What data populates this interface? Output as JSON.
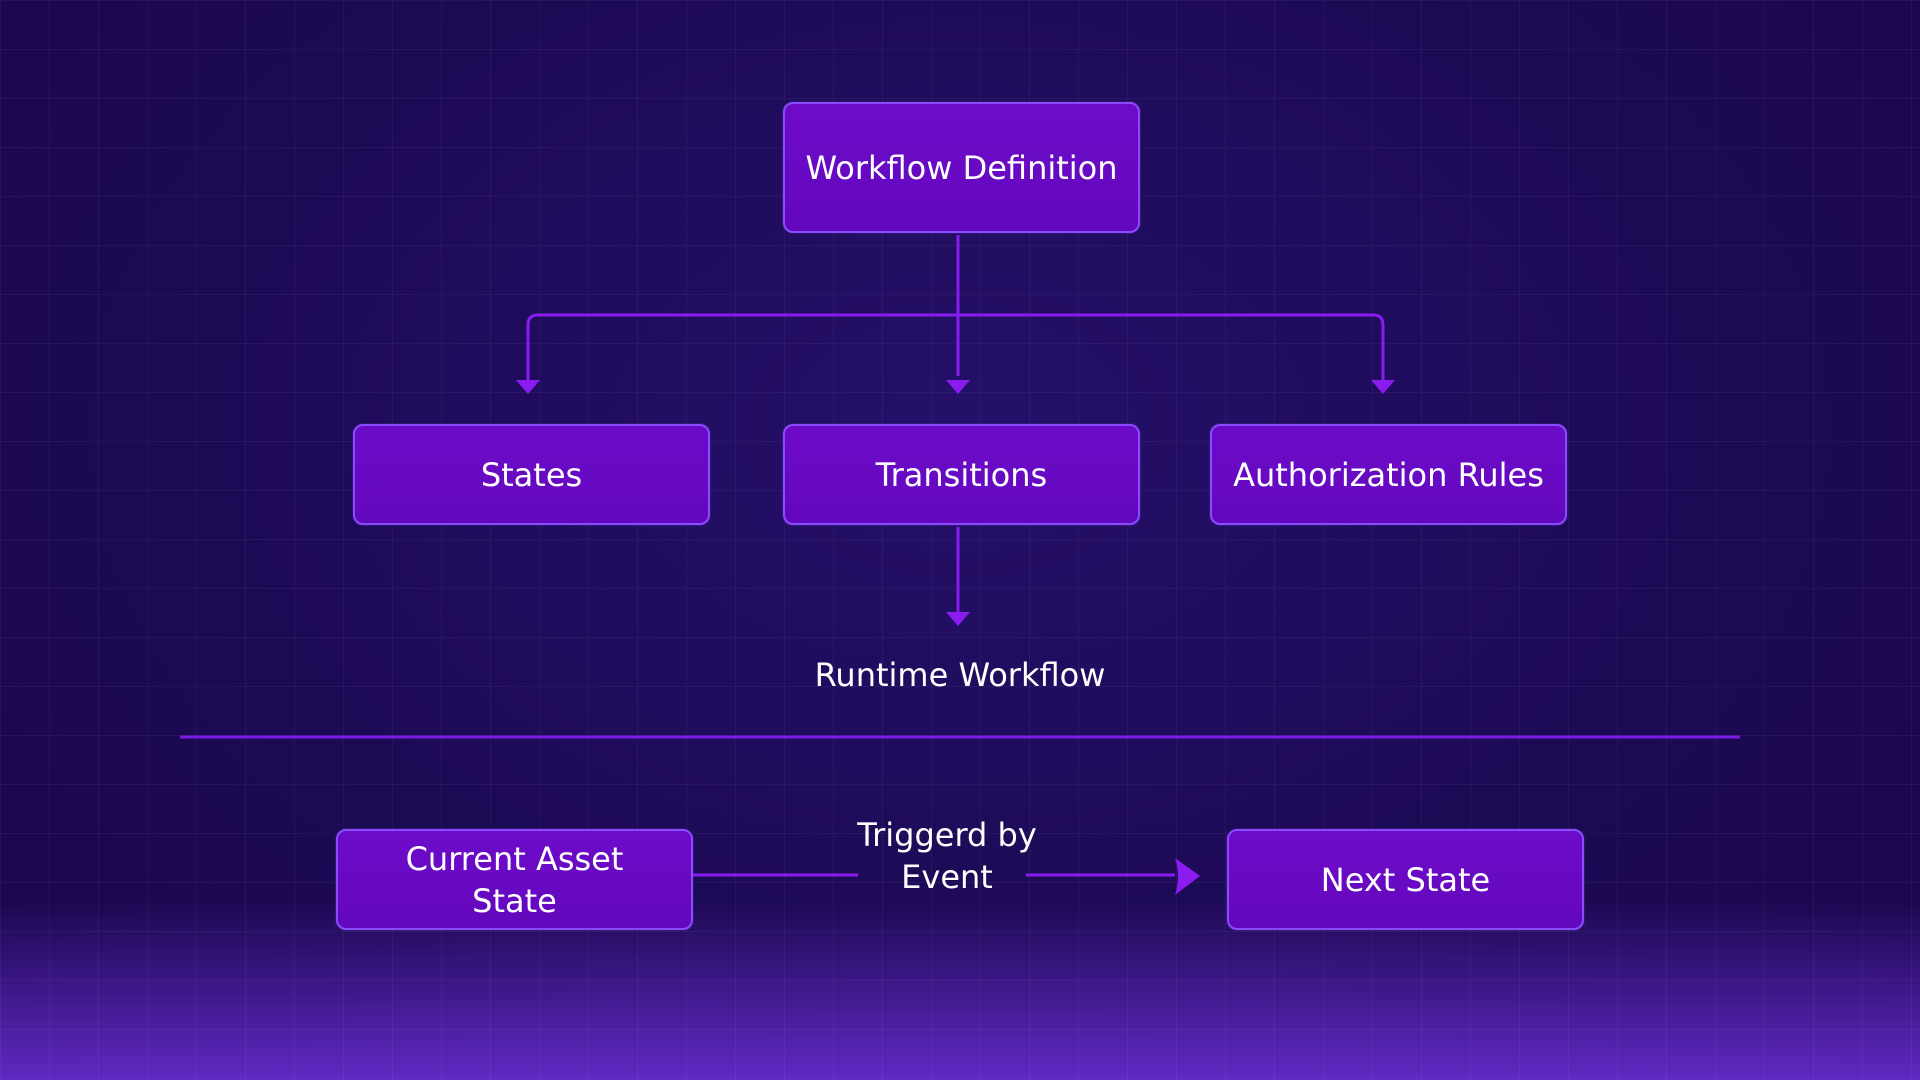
{
  "diagram": {
    "nodes": {
      "workflow_definition": "Workflow Definition",
      "states": "States",
      "transitions": "Transitions",
      "authorization_rules": "Authorization Rules",
      "current_asset_state": "Current Asset\nState",
      "next_state": "Next State"
    },
    "labels": {
      "runtime_workflow": "Runtime Workflow",
      "triggered_by_event": "Triggerd by\nEvent"
    },
    "edges": [
      {
        "from": "Workflow Definition",
        "to": "States"
      },
      {
        "from": "Workflow Definition",
        "to": "Transitions"
      },
      {
        "from": "Workflow Definition",
        "to": "Authorization Rules"
      },
      {
        "from": "Transitions",
        "to": "Runtime Workflow"
      },
      {
        "from": "Current Asset State",
        "to": "Next State",
        "label": "Triggerd by Event"
      }
    ]
  },
  "colors": {
    "background": "#1d0a55",
    "node_fill": "#6a0ac4",
    "node_border": "#8a4bff",
    "connector": "#8a1cf0",
    "divider": "#7a1ce6",
    "text": "#ffffff"
  }
}
